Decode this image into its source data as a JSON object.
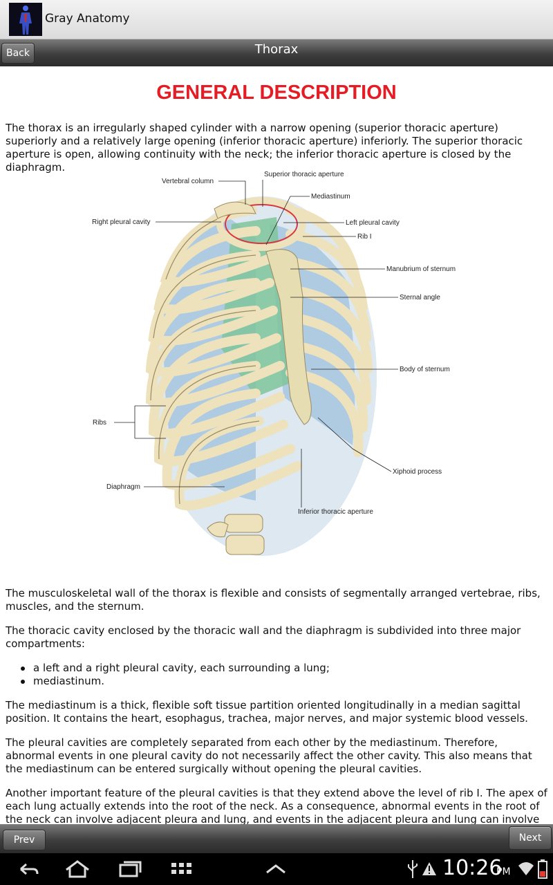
{
  "app": {
    "title": "Gray Anatomy"
  },
  "nav": {
    "title": "Thorax",
    "back_label": "Back"
  },
  "content": {
    "heading": "GENERAL DESCRIPTION",
    "intro": " The thorax is an irregularly shaped cylinder with a narrow opening (superior thoracic aperture) superiorly and a relatively large opening (inferior thoracic aperture) inferiorly. The superior thoracic aperture is open, allowing continuity with the neck; the inferior thoracic aperture is closed by the diaphragm.",
    "p1": "The musculoskeletal wall of the thorax is flexible and consists of segmentally arranged vertebrae, ribs, muscles, and the sternum.",
    "p2": "The thoracic cavity enclosed by the thoracic wall and the diaphragm is subdivided into three major compartments:",
    "bullets": [
      "a left and a right pleural cavity, each surrounding a lung;",
      "mediastinum."
    ],
    "p3": "The mediastinum is a thick, flexible soft tissue partition oriented longitudinally in a median sagittal position. It contains the heart, esophagus, trachea, major nerves, and major systemic blood vessels.",
    "p4": "The pleural cavities are completely separated from each other by the mediastinum. Therefore, abnormal events in one pleural cavity do not necessarily affect the other cavity. This also means that the mediastinum can be entered surgically without opening the pleural cavities.",
    "p5": "Another important feature of the pleural cavities is that they extend above the level of rib I. The apex of each lung actually extends into the root of the neck. As a consequence, abnormal events in the root of the neck can involve adjacent pleura and lung, and events in the adjacent pleura and lung can involve the root of the neck."
  },
  "figure": {
    "labels": {
      "vertebral_column": "Vertebral column",
      "superior_aperture": "Superior thoracic aperture",
      "mediastinum": "Mediastinum",
      "right_pleural": "Right pleural cavity",
      "left_pleural": "Left pleural cavity",
      "rib1": "Rib I",
      "manubrium": "Manubrium of sternum",
      "sternal_angle": "Sternal angle",
      "body_sternum": "Body of sternum",
      "ribs": "Ribs",
      "xiphoid": "Xiphoid process",
      "diaphragm": "Diaphragm",
      "inferior_aperture": "Inferior thoracic aperture"
    },
    "colors": {
      "bone": "#eee2bc",
      "pleura": "#a8c8e0",
      "mediastinum": "#7fc49a",
      "diaphragm": "#e2735f"
    }
  },
  "footer": {
    "prev_label": "Prev",
    "next_label": "Next"
  },
  "status": {
    "time": "10:26",
    "ampm": "PM"
  }
}
